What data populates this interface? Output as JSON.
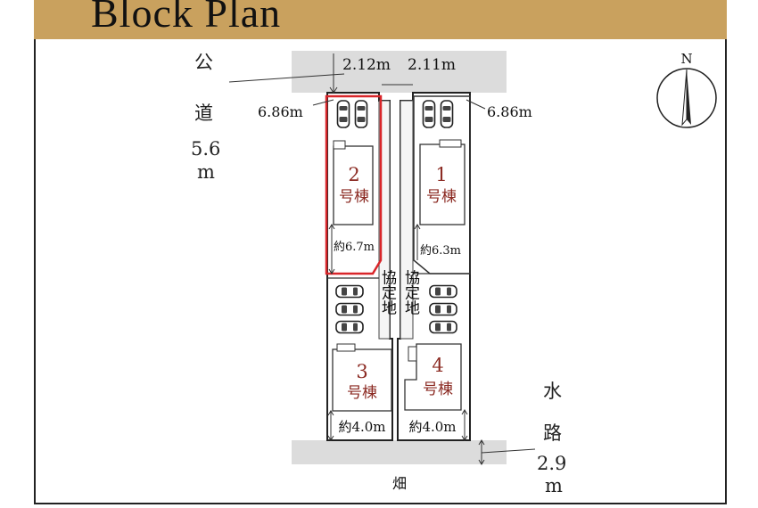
{
  "header": {
    "title": "Block Plan"
  },
  "colors": {
    "header_bg": "#c9a15e",
    "lot_highlight": "#d9262a",
    "lot_number": "#8b2a22",
    "road": "#dcdcdc"
  },
  "road": {
    "char1": "公",
    "char2": "道",
    "width_value": "5.6",
    "width_unit": "m"
  },
  "waterway": {
    "char1": "水",
    "char2": "路",
    "width_value": "2.9",
    "width_unit": "m"
  },
  "field_label": "畑",
  "frontage": {
    "left": "2.12m",
    "right": "2.11m"
  },
  "setback": {
    "left": "6.86m",
    "right": "6.86m"
  },
  "shared_plot": {
    "left": "協定地",
    "right": "協定地"
  },
  "compass": {
    "label": "N"
  },
  "lots": [
    {
      "number": "2",
      "suffix": "号棟",
      "depth": "約6.7m"
    },
    {
      "number": "1",
      "suffix": "号棟",
      "depth": "約6.3m"
    },
    {
      "number": "3",
      "suffix": "号棟",
      "depth": "約4.0m"
    },
    {
      "number": "4",
      "suffix": "号棟",
      "depth": "約4.0m"
    }
  ]
}
